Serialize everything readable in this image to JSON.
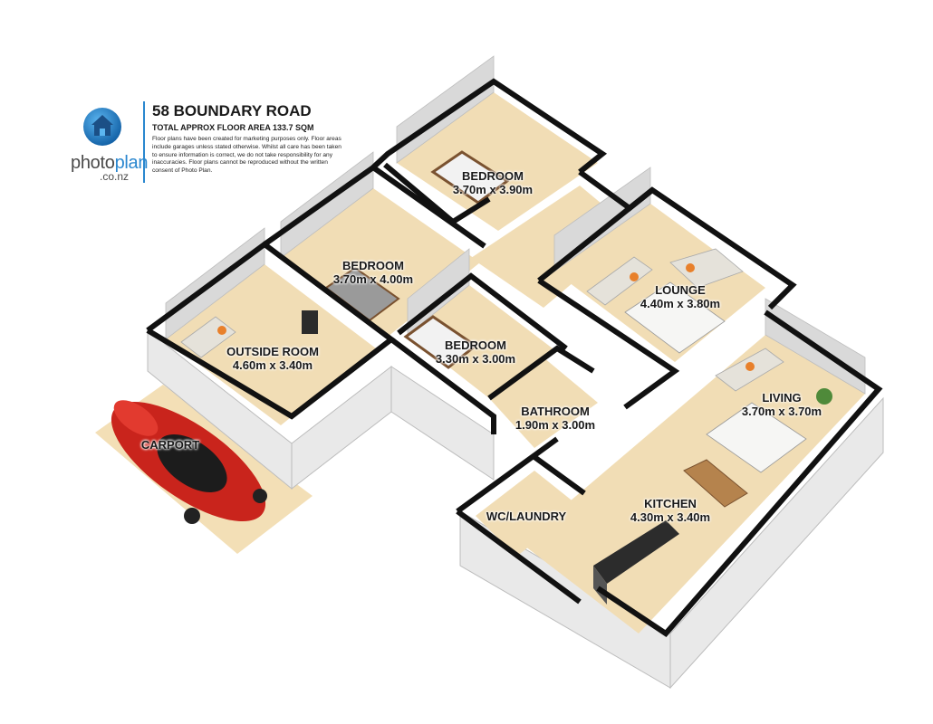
{
  "brand": {
    "name_part1": "photo",
    "name_part2": "plan",
    "domain": ".co.nz",
    "accent_color": "#2a87cf"
  },
  "header": {
    "title": "58 BOUNDARY ROAD",
    "subtitle": "TOTAL APPROX FLOOR AREA 133.7 SQM",
    "disclaimer": "Floor plans have been created for marketing purposes only. Floor areas include garages unless stated otherwise. Whilst all care has been taken to ensure information is correct, we do not take responsibility for any inaccuracies. Floor plans cannot be reproduced without the written consent of Photo Plan."
  },
  "rooms": {
    "bedroom_1": {
      "name": "BEDROOM",
      "size": "3.70m x 3.90m"
    },
    "bedroom_2": {
      "name": "BEDROOM",
      "size": "3.70m x 4.00m"
    },
    "bedroom_3": {
      "name": "BEDROOM",
      "size": "3.30m x 3.00m"
    },
    "outside_room": {
      "name": "OUTSIDE ROOM",
      "size": "4.60m x 3.40m"
    },
    "lounge": {
      "name": "LOUNGE",
      "size": "4.40m x 3.80m"
    },
    "bathroom": {
      "name": "BATHROOM",
      "size": "1.90m x 3.00m"
    },
    "living": {
      "name": "LIVING",
      "size": "3.70m x 3.70m"
    },
    "kitchen": {
      "name": "KITCHEN",
      "size": "4.30m x 3.40m"
    },
    "wc_laundry": {
      "name": "WC/LAUNDRY"
    },
    "carport": {
      "name": "CARPORT"
    }
  },
  "colors": {
    "floor": "#f1ddb5",
    "wall_top": "#111111",
    "wall_inner": "#d8d8d8",
    "car": "#d42a22"
  }
}
